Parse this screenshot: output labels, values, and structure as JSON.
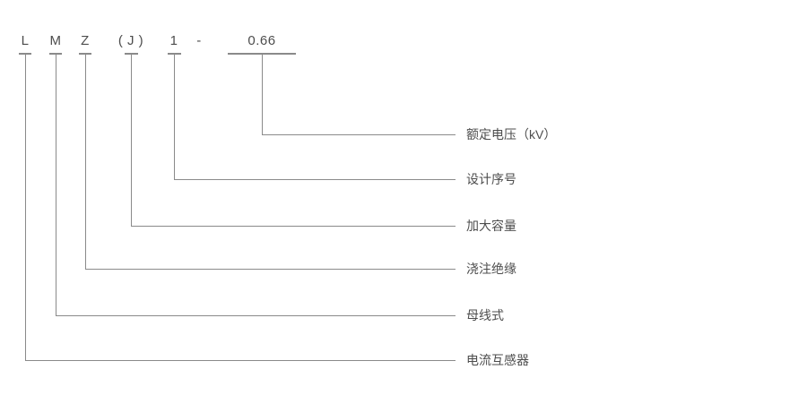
{
  "diagram": {
    "separator": "-",
    "segments": [
      {
        "symbol": "L",
        "meaning": "电流互感器"
      },
      {
        "symbol": "M",
        "meaning": "母线式"
      },
      {
        "symbol": "Z",
        "meaning": "浇注绝缘"
      },
      {
        "symbol": "( J )",
        "meaning": "加大容量"
      },
      {
        "symbol": "1",
        "meaning": "设计序号"
      },
      {
        "symbol": "0.66",
        "meaning": "额定电压（kV）"
      }
    ]
  },
  "colors": {
    "background": "#ffffff",
    "text": "#4d4d4d",
    "line": "#8a8a8a"
  }
}
